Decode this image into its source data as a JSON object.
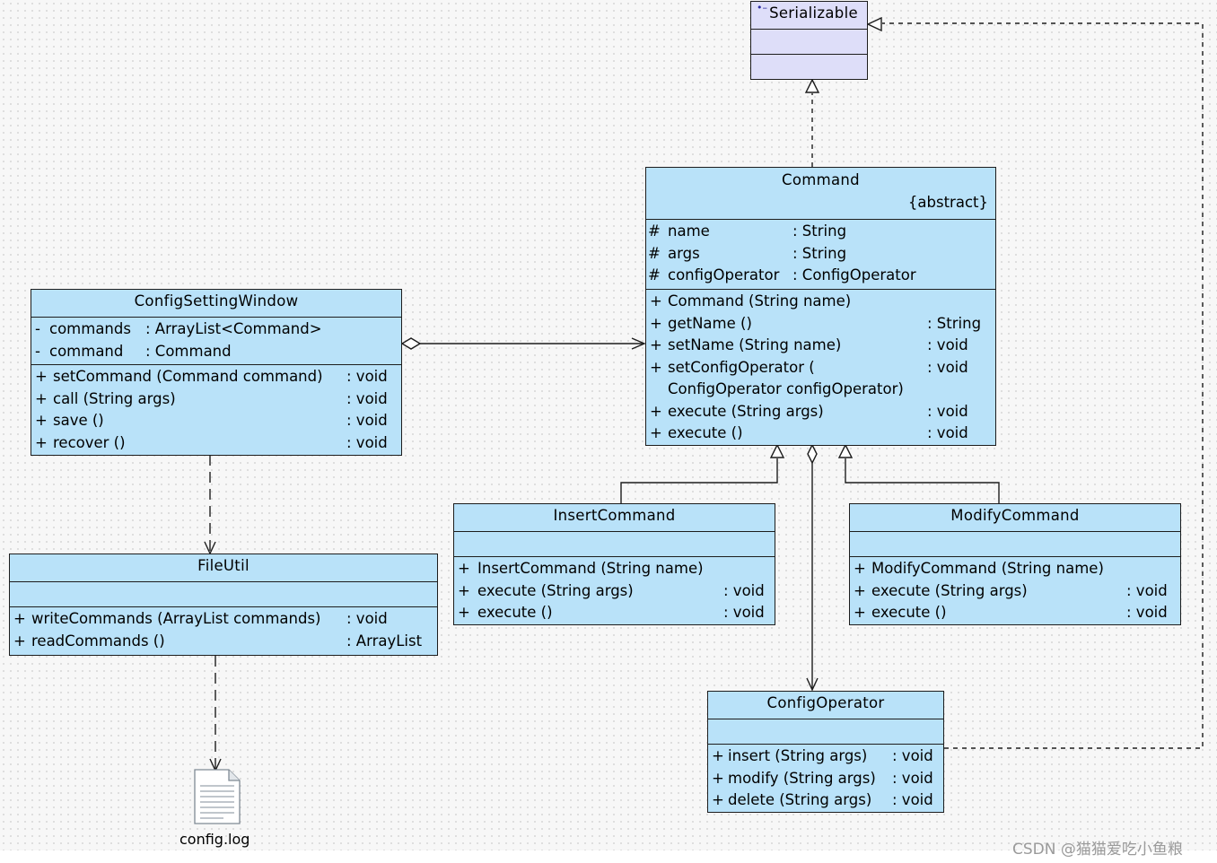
{
  "serializable": {
    "name": "Serializable"
  },
  "command": {
    "name": "Command",
    "stereotype": "{abstract}",
    "attributes": [
      {
        "vis": "#",
        "name": "name",
        "type": ": String"
      },
      {
        "vis": "#",
        "name": "args",
        "type": ": String"
      },
      {
        "vis": "#",
        "name": "configOperator",
        "type": ": ConfigOperator"
      }
    ],
    "operations": [
      {
        "vis": "+",
        "sig": "Command (String name)",
        "ret": ""
      },
      {
        "vis": "+",
        "sig": "getName ()",
        "ret": ": String"
      },
      {
        "vis": "+",
        "sig": "setName (String name)",
        "ret": ": void"
      },
      {
        "vis": "+",
        "sig": "setConfigOperator (",
        "ret": ": void"
      },
      {
        "vis": "",
        "sig": "ConfigOperator configOperator)",
        "ret": ""
      },
      {
        "vis": "+",
        "sig": "execute (String args)",
        "ret": ": void"
      },
      {
        "vis": "+",
        "sig": "execute ()",
        "ret": ": void"
      }
    ]
  },
  "config_setting_window": {
    "name": "ConfigSettingWindow",
    "attributes": [
      {
        "vis": "-",
        "name": "commands",
        "type": ": ArrayList<Command>"
      },
      {
        "vis": "-",
        "name": "command",
        "type": ": Command"
      }
    ],
    "operations": [
      {
        "vis": "+",
        "sig": "setCommand (Command command)",
        "ret": ": void"
      },
      {
        "vis": "+",
        "sig": "call (String args)",
        "ret": ": void"
      },
      {
        "vis": "+",
        "sig": "save ()",
        "ret": ": void"
      },
      {
        "vis": "+",
        "sig": "recover ()",
        "ret": ": void"
      }
    ]
  },
  "file_util": {
    "name": "FileUtil",
    "operations": [
      {
        "vis": "+",
        "sig": "writeCommands (ArrayList commands)",
        "ret": ": void"
      },
      {
        "vis": "+",
        "sig": "readCommands ()",
        "ret": ": ArrayList"
      }
    ]
  },
  "insert_command": {
    "name": "InsertCommand",
    "operations": [
      {
        "vis": "+",
        "sig": "InsertCommand (String name)",
        "ret": ""
      },
      {
        "vis": "+",
        "sig": "execute (String args)",
        "ret": ": void"
      },
      {
        "vis": "+",
        "sig": "execute ()",
        "ret": ": void"
      }
    ]
  },
  "modify_command": {
    "name": "ModifyCommand",
    "operations": [
      {
        "vis": "+",
        "sig": "ModifyCommand (String name)",
        "ret": ""
      },
      {
        "vis": "+",
        "sig": "execute (String args)",
        "ret": ": void"
      },
      {
        "vis": "+",
        "sig": "execute ()",
        "ret": ": void"
      }
    ]
  },
  "config_operator": {
    "name": "ConfigOperator",
    "operations": [
      {
        "vis": "+",
        "sig": "insert (String args)",
        "ret": ": void"
      },
      {
        "vis": "+",
        "sig": "modify (String args)",
        "ret": ": void"
      },
      {
        "vis": "+",
        "sig": "delete (String args)",
        "ret": ": void"
      }
    ]
  },
  "file_artifact": {
    "label": "config.log",
    "icon": "file-icon"
  },
  "watermark": "CSDN @猫猫爱吃小鱼粮",
  "colors": {
    "class_fill": "#b9e2f9",
    "interface_fill": "#dedef9",
    "border": "#1d1d1d"
  }
}
